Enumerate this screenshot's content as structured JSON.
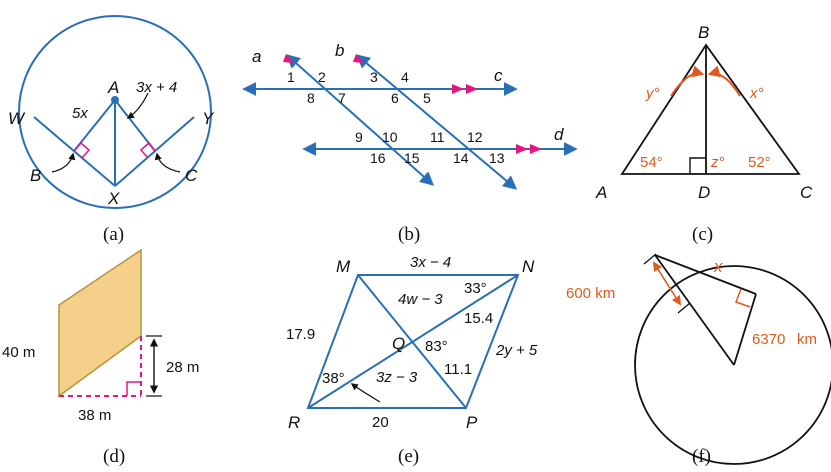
{
  "colors": {
    "figure_blue": "#2a6fb5",
    "arrow_magenta": "#e8157e",
    "accent_orange": "#e05a1e",
    "right_angle_magenta": "#e8157e",
    "fill_tan": "#f5d08a",
    "ink": "#111111"
  },
  "captions": [
    "(a)",
    "(b)",
    "(c)",
    "(d)",
    "(e)",
    "(f)"
  ],
  "fig_a": {
    "points": {
      "W": "W",
      "A": "A",
      "Y": "Y",
      "B": "B",
      "X": "X",
      "C": "C"
    },
    "expr_left": "5x",
    "expr_right": "3x + 4"
  },
  "fig_b": {
    "lines": {
      "a": "a",
      "b": "b",
      "c": "c",
      "d": "d"
    },
    "angles": [
      "1",
      "2",
      "3",
      "4",
      "5",
      "6",
      "7",
      "8",
      "9",
      "10",
      "11",
      "12",
      "13",
      "14",
      "15",
      "16"
    ]
  },
  "fig_c": {
    "points": {
      "A": "A",
      "B": "B",
      "C": "C",
      "D": "D"
    },
    "angle_y": "y°",
    "angle_x": "x°",
    "angle_54": "54°",
    "angle_z": "z°",
    "angle_52": "52°"
  },
  "fig_d": {
    "left": "40 m",
    "right": "28 m",
    "bottom": "38 m"
  },
  "fig_e": {
    "points": {
      "M": "M",
      "N": "N",
      "R": "R",
      "P": "P",
      "Q": "Q"
    },
    "top": "3x − 4",
    "left": "17.9",
    "right": "2y + 5",
    "bottom": "20",
    "qm": "4w − 3",
    "qn": "15.4",
    "qp": "11.1",
    "rq": "3z − 3",
    "ang_33": "33°",
    "ang_83": "83°",
    "ang_38": "38°"
  },
  "fig_f": {
    "height": "600 km",
    "radius": "6370",
    "unit": "km",
    "tangent": "x"
  }
}
